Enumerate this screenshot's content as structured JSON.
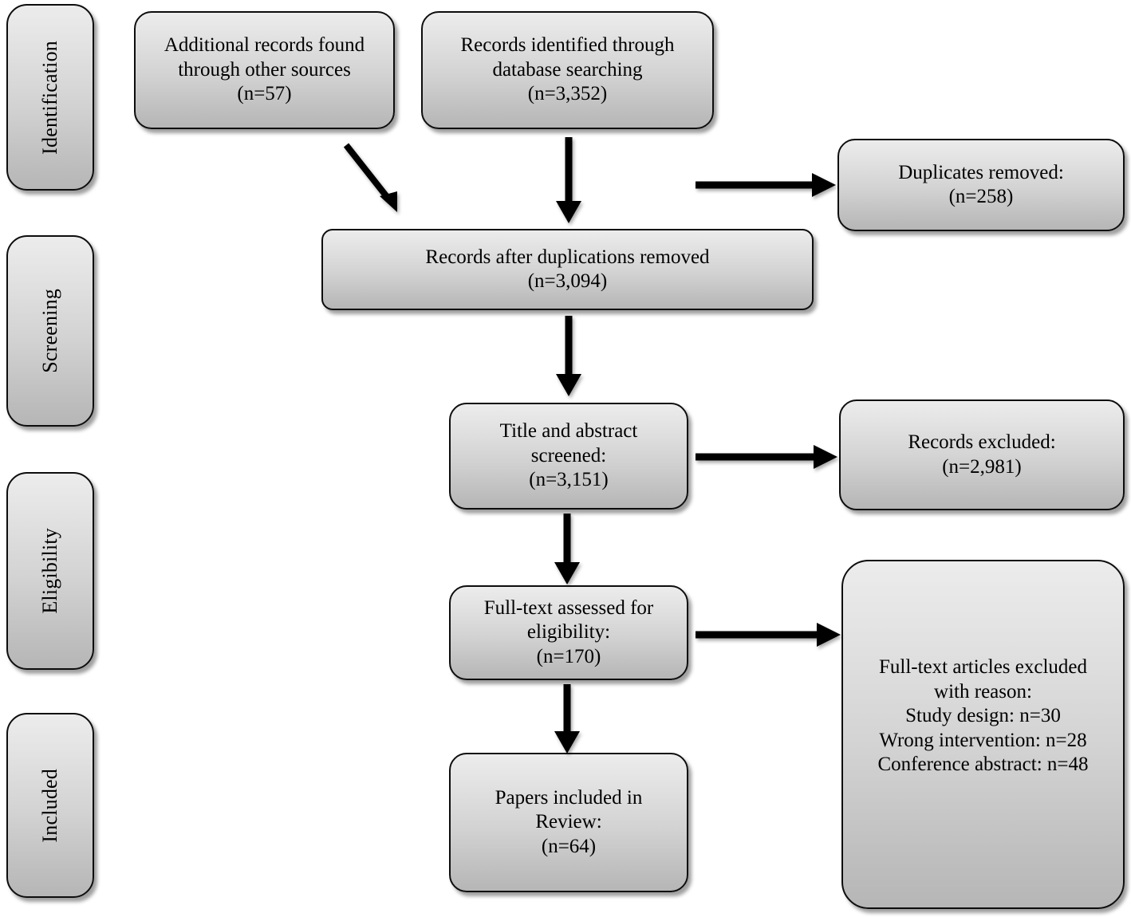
{
  "diagram": {
    "type": "prisma-flow-diagram",
    "title": "",
    "colors": {
      "box_fill_top": "#ececec",
      "box_fill_bottom": "#b6b6b6",
      "box_border": "#0d0d0d",
      "arrow": "#000000",
      "background": "#ffffff",
      "text": "#000000"
    },
    "stages": [
      {
        "id": "identification",
        "label": "Identification"
      },
      {
        "id": "screening",
        "label": "Screening"
      },
      {
        "id": "eligibility",
        "label": "Eligibility"
      },
      {
        "id": "included",
        "label": "Included"
      }
    ],
    "nodes": [
      {
        "id": "additional-records",
        "text": "Additional records found\nthrough other sources\n(n=57)",
        "n": 57
      },
      {
        "id": "database-records",
        "text": "Records identified through\ndatabase searching\n(n=3,352)",
        "n": 3352
      },
      {
        "id": "duplicates-removed",
        "text": "Duplicates removed:\n(n=258)",
        "n": 258
      },
      {
        "id": "records-after-duplicates",
        "text": "Records after duplications removed\n(n=3,094)",
        "n": 3094
      },
      {
        "id": "title-abstract-screened",
        "text": "Title and abstract\nscreened:\n(n=3,151)",
        "n": 3151
      },
      {
        "id": "records-excluded",
        "text": "Records excluded:\n(n=2,981)",
        "n": 2981
      },
      {
        "id": "fulltext-assessed",
        "text": "Full-text assessed for\neligibility:\n(n=170)",
        "n": 170
      },
      {
        "id": "fulltext-excluded",
        "text": "Full-text articles excluded\nwith reason:\nStudy design: n=30\nWrong intervention: n=28\nConference abstract: n=48",
        "reasons": [
          {
            "label": "Study design",
            "n": 30
          },
          {
            "label": "Wrong intervention",
            "n": 28
          },
          {
            "label": "Conference abstract",
            "n": 48
          }
        ]
      },
      {
        "id": "papers-included",
        "text": "Papers included in\nReview:\n(n=64)",
        "n": 64
      }
    ],
    "edges": [
      {
        "from": "additional-records",
        "to": "records-after-duplicates",
        "style": "diagonal"
      },
      {
        "from": "database-records",
        "to": "records-after-duplicates",
        "style": "vertical"
      },
      {
        "from": "database-records",
        "to": "duplicates-removed",
        "style": "horizontal"
      },
      {
        "from": "records-after-duplicates",
        "to": "title-abstract-screened",
        "style": "vertical"
      },
      {
        "from": "title-abstract-screened",
        "to": "records-excluded",
        "style": "horizontal"
      },
      {
        "from": "title-abstract-screened",
        "to": "fulltext-assessed",
        "style": "vertical"
      },
      {
        "from": "fulltext-assessed",
        "to": "fulltext-excluded",
        "style": "horizontal"
      },
      {
        "from": "fulltext-assessed",
        "to": "papers-included",
        "style": "vertical"
      }
    ]
  }
}
